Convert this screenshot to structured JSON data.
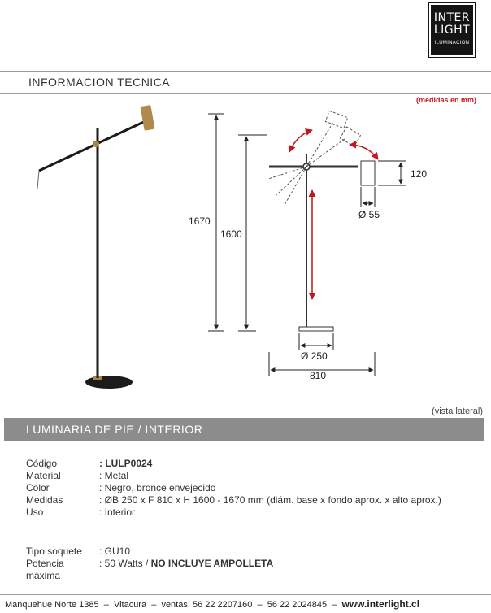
{
  "logo": {
    "line1": "INTER",
    "line2": "LIGHT",
    "line3": "ILUMINACION"
  },
  "header": {
    "title": "INFORMACION TECNICA",
    "units_note": "(medidas en mm)"
  },
  "drawing": {
    "dim_1670": "1670",
    "dim_1600": "1600",
    "dim_120": "120",
    "dim_55": "Ø 55",
    "dim_250": "Ø 250",
    "dim_810": "810",
    "view_note": "(vista lateral)"
  },
  "section": {
    "title": "LUMINARIA DE PIE / INTERIOR"
  },
  "specs": {
    "codigo_label": "Código",
    "codigo_value": ": LULP0024",
    "material_label": "Material",
    "material_value": ": Metal",
    "color_label": "Color",
    "color_value": ": Negro, bronce envejecido",
    "medidas_label": "Medidas",
    "medidas_value": ": ØB 250 x F 810 x H 1600 - 1670 mm (diám. base x fondo aprox. x alto aprox.)",
    "uso_label": "Uso",
    "uso_value": ": Interior",
    "soquete_label": "Tipo soquete",
    "soquete_value": ": GU10",
    "potencia_label": "Potencia máxima",
    "potencia_value": ": 50 Watts / ",
    "potencia_note": "NO INCLUYE AMPOLLETA"
  },
  "footer": {
    "address": "Manquehue Norte 1385",
    "sep1": "  –  ",
    "city": "Vitacura",
    "sep2": "  –  ",
    "ventas": "ventas: 56 22 2207160",
    "sep3": "  –  ",
    "phone2": "56 22 2024845",
    "sep4": "  –  ",
    "web": "www.interlight.cl"
  }
}
